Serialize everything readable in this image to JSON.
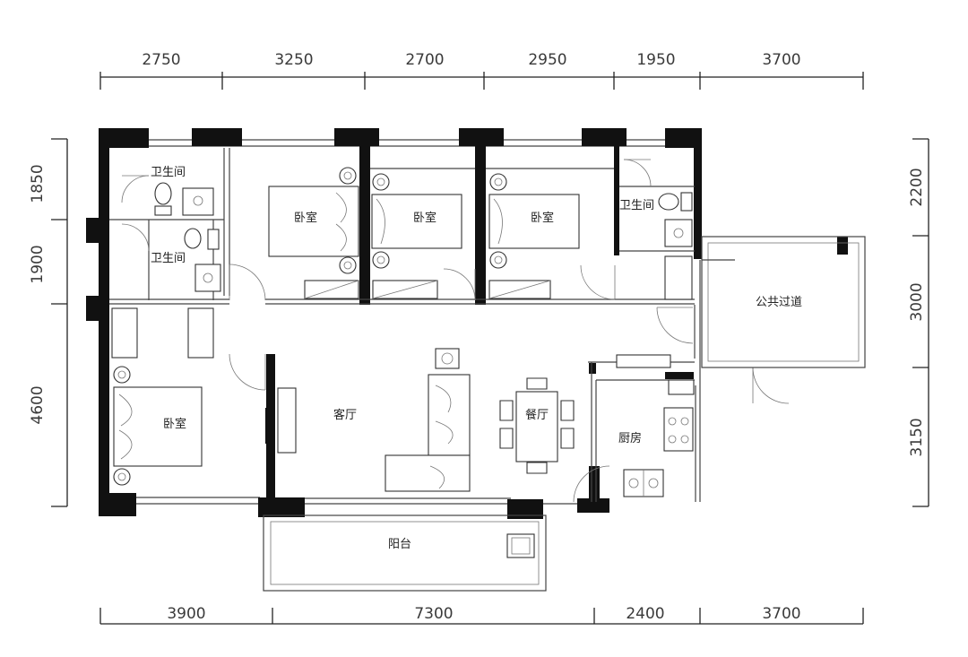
{
  "dimensions": {
    "top": [
      "2750",
      "3250",
      "2700",
      "2950",
      "1950",
      "3700"
    ],
    "bottom": [
      "3900",
      "7300",
      "2400",
      "3700"
    ],
    "left": [
      "1850",
      "1900",
      "4600"
    ],
    "right": [
      "2200",
      "3000",
      "3150"
    ]
  },
  "rooms": {
    "bathroom_1": "卫生间",
    "bathroom_2": "卫生间",
    "bathroom_3": "卫生间",
    "bedroom_1": "卧室",
    "bedroom_2": "卧室",
    "bedroom_3": "卧室",
    "bedroom_4": "卧室",
    "living_room": "客厅",
    "dining_room": "餐厅",
    "kitchen": "厨房",
    "balcony": "阳台",
    "public_corridor": "公共过道"
  }
}
